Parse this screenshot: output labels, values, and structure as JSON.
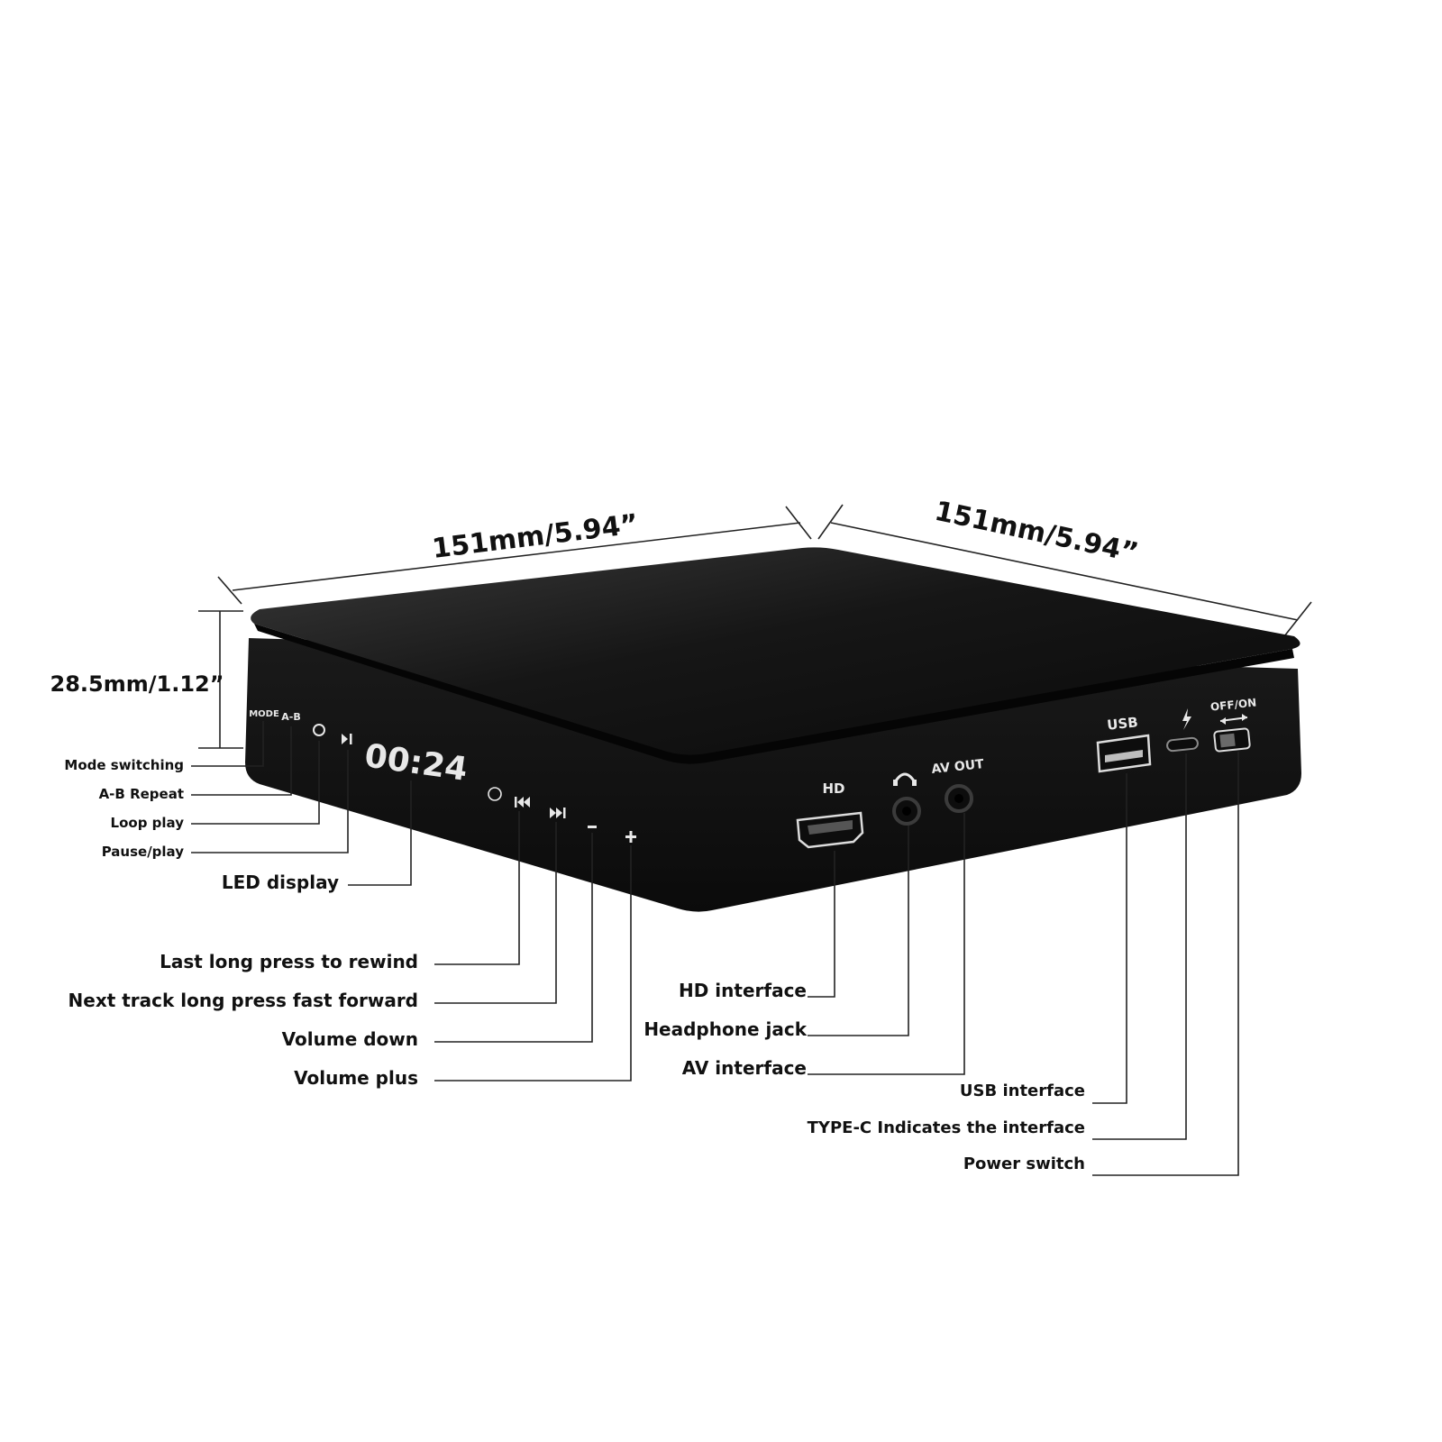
{
  "dimensions": {
    "width": "151mm/5.94”",
    "depth": "151mm/5.94”",
    "height": "28.5mm/1.12”"
  },
  "device_markings": {
    "mode": "MODE",
    "ab": "A-B",
    "led_time": "00:24",
    "hd": "HD",
    "av_out": "AV OUT",
    "usb": "USB",
    "power": "OFF/ON"
  },
  "labels_left": [
    "Mode switching",
    "A-B Repeat",
    "Loop play",
    "Pause/play",
    "LED display",
    "Last long press to rewind",
    "Next track long press fast forward",
    "Volume down",
    "Volume plus"
  ],
  "labels_right": [
    "HD interface",
    "Headphone jack",
    "AV interface",
    "USB interface",
    "TYPE-C Indicates the interface",
    "Power switch"
  ],
  "colors": {
    "device_body": "#111111",
    "device_lid": "#1c1c1c",
    "text": "#111111"
  },
  "icons": [
    "loop-icon",
    "play-pause-icon",
    "rewind-icon",
    "fast-forward-icon",
    "minus-icon",
    "plus-icon",
    "headphone-icon",
    "lightning-icon",
    "hdmi-port-icon",
    "usb-port-icon"
  ]
}
